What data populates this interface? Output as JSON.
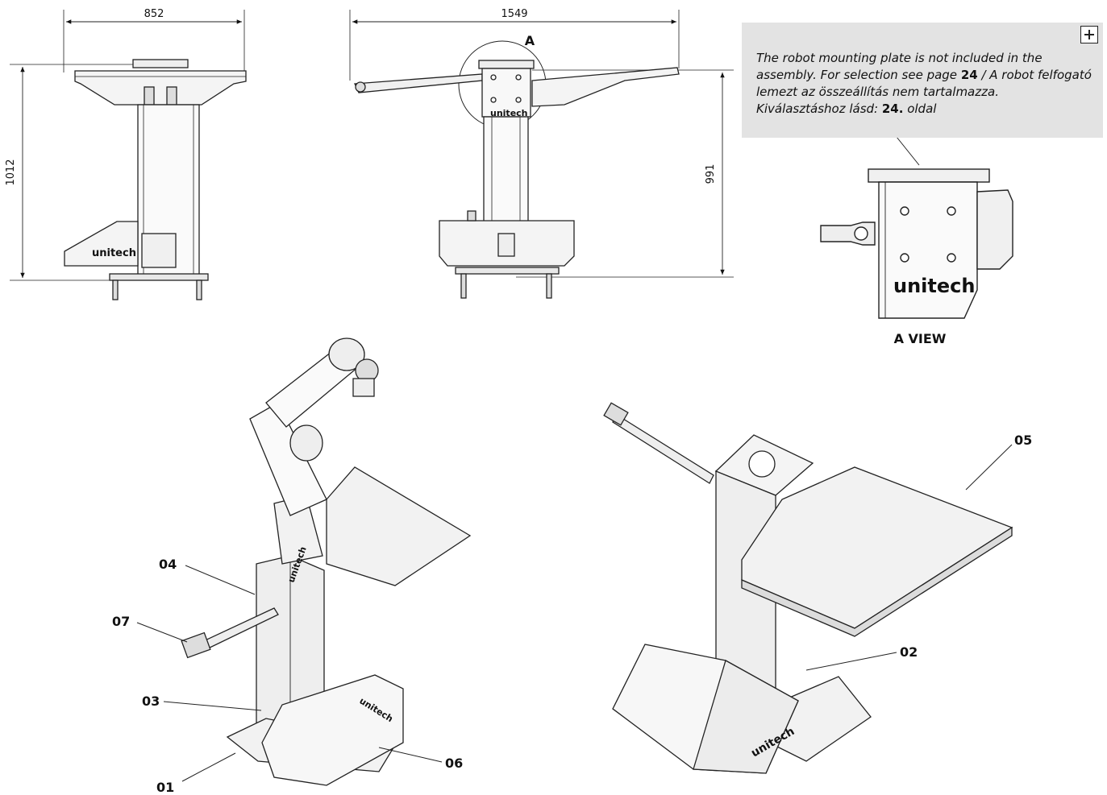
{
  "dimensions": {
    "front_width": "852",
    "front_height": "1012",
    "side_width": "1549",
    "side_height": "991"
  },
  "detail": {
    "marker": "A",
    "view_label": "A VIEW"
  },
  "note": {
    "text_en_1": "The robot mounting plate is not included in the assembly. For selection see page ",
    "page_ref_1": "24",
    "text_hu_1": " / A robot felfogató lemezt az összeállítás nem tartalmazza. Kiválasztáshoz lásd: ",
    "page_ref_2": "24.",
    "text_hu_2": " oldal",
    "expand_icon": "plus-icon"
  },
  "brand": {
    "logo": "unitech"
  },
  "parts": {
    "p01": "01",
    "p02": "02",
    "p03": "03",
    "p04": "04",
    "p05": "05",
    "p06": "06",
    "p07": "07"
  }
}
